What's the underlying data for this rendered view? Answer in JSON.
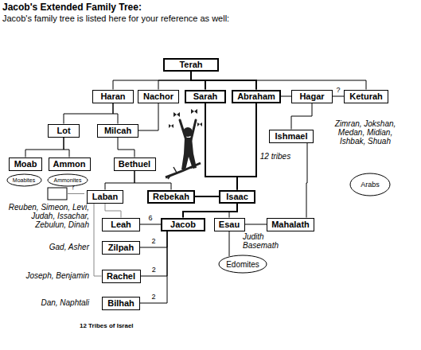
{
  "diagram": {
    "title": "Jacob's Extended Family Tree:",
    "nodes": [
      {
        "text": [
          "Terah"
        ]
      },
      {
        "text": [
          "Haran"
        ]
      },
      {
        "text": [
          "Nachor"
        ]
      },
      {
        "text": [
          "Sarah"
        ]
      },
      {
        "text": [
          "Abraham"
        ]
      },
      {
        "text": [
          "Hagar"
        ]
      },
      {
        "text": [
          "Keturah"
        ]
      },
      {
        "text": [
          "Lot"
        ]
      },
      {
        "text": [
          "Milcah"
        ]
      },
      {
        "text": [
          "Ishmael"
        ]
      },
      {
        "text": [
          "Moab"
        ]
      },
      {
        "text": [
          "Ammon"
        ]
      },
      {
        "text": [
          "Bethuel"
        ]
      },
      {
        "text": [
          "Moabites"
        ]
      },
      {
        "text": [
          "Ammonites"
        ]
      },
      {
        "text": [
          "Laban"
        ]
      },
      {
        "text": [
          "Rebekah"
        ]
      },
      {
        "text": [
          "Isaac"
        ]
      },
      {
        "text": [
          "Arabs"
        ]
      },
      {
        "text": [
          "Leah"
        ]
      },
      {
        "text": [
          "Jacob"
        ]
      },
      {
        "text": [
          "Esau"
        ]
      },
      {
        "text": [
          "Mahalath"
        ]
      },
      {
        "text": [
          "Edomites"
        ]
      },
      {
        "text": [
          "Zilpah"
        ]
      },
      {
        "text": [
          "Rachel"
        ]
      },
      {
        "text": [
          "Bilhah"
        ]
      }
    ],
    "edges": [
      {
        "from": 0,
        "to": 1,
        "arrow": "none"
      },
      {
        "from": 0,
        "to": 2,
        "arrow": "none"
      },
      {
        "from": 0,
        "to": 3,
        "arrow": "none"
      },
      {
        "from": 0,
        "to": 4,
        "arrow": "none"
      },
      {
        "from": 4,
        "to": 6,
        "arrow": "none"
      },
      {
        "from": 4,
        "to": 5,
        "arrow": "none"
      },
      {
        "from": 5,
        "to": 6,
        "label": "?",
        "arrow": "none"
      },
      {
        "from": 1,
        "to": 7,
        "arrow": "none"
      },
      {
        "from": 1,
        "to": 8,
        "arrow": "none"
      },
      {
        "from": 2,
        "to": 8,
        "arrow": "none"
      },
      {
        "from": 5,
        "to": 9,
        "arrow": "none"
      },
      {
        "from": 7,
        "to": 10,
        "arrow": "none"
      },
      {
        "from": 7,
        "to": 11,
        "arrow": "none"
      },
      {
        "from": 8,
        "to": 12,
        "arrow": "none"
      },
      {
        "from": 12,
        "to": 15,
        "arrow": "none"
      },
      {
        "from": 12,
        "to": 16,
        "arrow": "none"
      },
      {
        "from": 3,
        "to": 17,
        "arrow": "none"
      },
      {
        "from": 4,
        "to": 17,
        "arrow": "none"
      },
      {
        "from": 16,
        "to": 17,
        "arrow": "none"
      },
      {
        "from": 17,
        "to": 20,
        "arrow": "none"
      },
      {
        "from": 17,
        "to": 21,
        "arrow": "none"
      },
      {
        "from": 9,
        "to": 22,
        "arrow": "none"
      },
      {
        "from": 21,
        "to": 22,
        "arrow": "none"
      },
      {
        "from": 21,
        "to": 23,
        "arrow": "none"
      },
      {
        "from": 15,
        "to": 19,
        "arrow": "none"
      },
      {
        "from": 15,
        "to": 25,
        "arrow": "none"
      },
      {
        "from": 20,
        "to": 19,
        "label": "6",
        "arrow": "none"
      },
      {
        "from": 20,
        "to": 24,
        "label": "2",
        "arrow": "none"
      },
      {
        "from": 20,
        "to": 25,
        "label": "2",
        "arrow": "none"
      },
      {
        "from": 20,
        "to": 26,
        "label": "2",
        "arrow": "none"
      }
    ],
    "labels": [
      "Jacob's family tree is listed here for your reference as well:",
      "Zimran, Jokshan, Medan, Midian, Ishbak, Shuah",
      "12 tribes",
      "?",
      "Reuben, Simeon, Levi, Judah, Issachar, Zebulun, Dinah",
      "Gad, Asher",
      "Joseph, Benjamin",
      "Dan, Naphtali",
      "Judith",
      "Basemath",
      "12 Tribes of Israel"
    ]
  }
}
